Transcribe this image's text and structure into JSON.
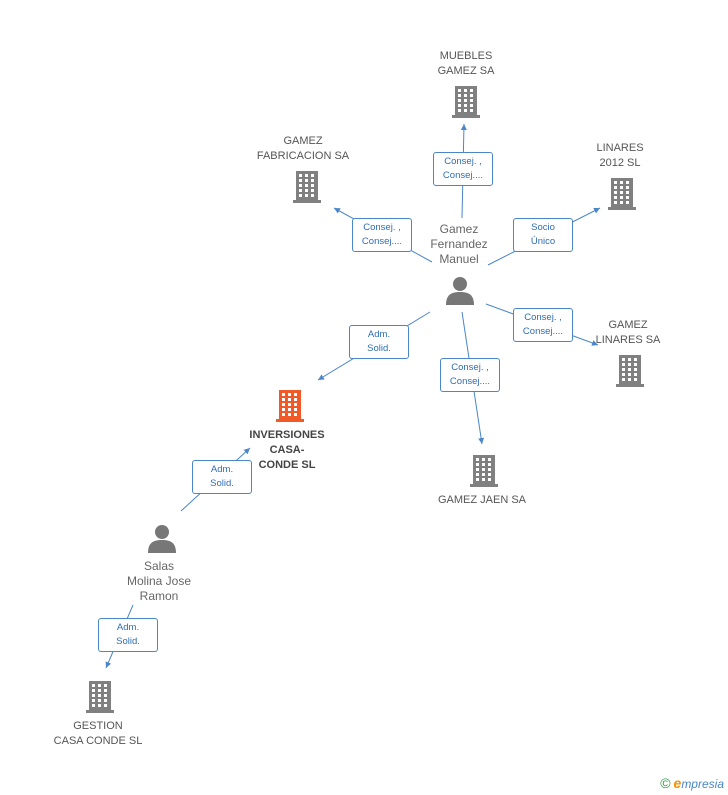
{
  "colors": {
    "edge": "#4a86c8",
    "company": "#808080",
    "focus_company": "#f05a28",
    "person": "#777777"
  },
  "nodes": [
    {
      "id": "gamez-fernandez",
      "type": "person",
      "label": "Gamez\nFernandez\nManuel",
      "icon": "person-icon"
    },
    {
      "id": "muebles-gamez",
      "type": "company",
      "label": "MUEBLES\nGAMEZ SA",
      "icon": "building-icon"
    },
    {
      "id": "gamez-fabricacion",
      "type": "company",
      "label": "GAMEZ\nFABRICACION SA",
      "icon": "building-icon"
    },
    {
      "id": "linares-2012",
      "type": "company",
      "label": "LINARES\n2012 SL",
      "icon": "building-icon"
    },
    {
      "id": "gamez-linares",
      "type": "company",
      "label": "GAMEZ\nLINARES SA",
      "icon": "building-icon"
    },
    {
      "id": "gamez-jaen",
      "type": "company",
      "label": "GAMEZ JAEN SA",
      "icon": "building-icon"
    },
    {
      "id": "inversiones-casa-conde",
      "type": "focus",
      "label": "INVERSIONES\nCASA-\nCONDE SL",
      "icon": "building-icon"
    },
    {
      "id": "salas-molina",
      "type": "person",
      "label": "Salas\nMolina Jose\nRamon",
      "icon": "person-icon"
    },
    {
      "id": "gestion-casa-conde",
      "type": "company",
      "label": "GESTION\nCASA CONDE SL",
      "icon": "building-icon"
    }
  ],
  "edges": [
    {
      "id": "e-muebles",
      "from": "gamez-fernandez",
      "to": "muebles-gamez",
      "label": "Consej. ,\nConsej...."
    },
    {
      "id": "e-fabricacion",
      "from": "gamez-fernandez",
      "to": "gamez-fabricacion",
      "label": "Consej. ,\nConsej...."
    },
    {
      "id": "e-linares2012",
      "from": "gamez-fernandez",
      "to": "linares-2012",
      "label": "Socio\nÚnico"
    },
    {
      "id": "e-gamezlinares",
      "from": "gamez-fernandez",
      "to": "gamez-linares",
      "label": "Consej. ,\nConsej...."
    },
    {
      "id": "e-jaen",
      "from": "gamez-fernandez",
      "to": "gamez-jaen",
      "label": "Consej. ,\nConsej...."
    },
    {
      "id": "e-inversiones-1",
      "from": "gamez-fernandez",
      "to": "inversiones-casa-conde",
      "label": "Adm.\nSolid."
    },
    {
      "id": "e-inversiones-2",
      "from": "salas-molina",
      "to": "inversiones-casa-conde",
      "label": "Adm.\nSolid."
    },
    {
      "id": "e-gestion",
      "from": "salas-molina",
      "to": "gestion-casa-conde",
      "label": "Adm.\nSolid."
    }
  ],
  "footer": {
    "copyright": "©",
    "brand_initial": "e",
    "brand_rest": "mpresia"
  }
}
